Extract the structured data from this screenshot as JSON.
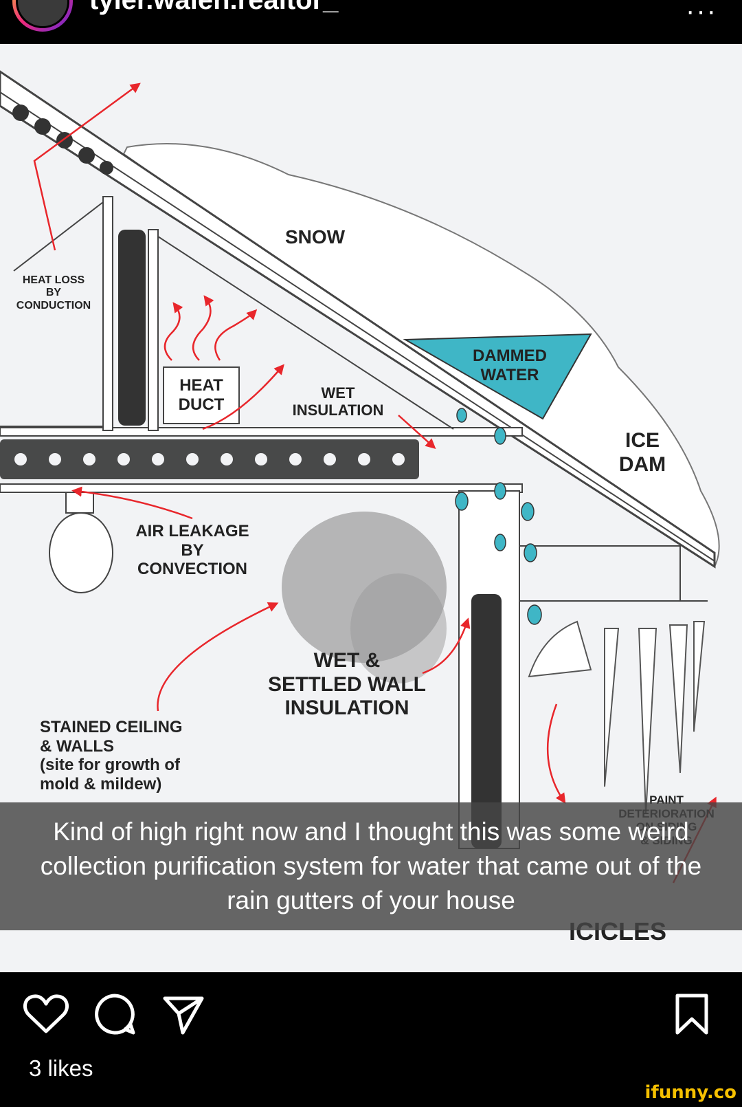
{
  "header": {
    "username": "tyler.walen.realtor_",
    "more_label": "···"
  },
  "diagram": {
    "labels": {
      "heat_loss": "HEAT LOSS\nBY\nCONDUCTION",
      "snow": "SNOW",
      "heat_duct": "HEAT\nDUCT",
      "wet_insulation": "WET\nINSULATION",
      "dammed_water": "DAMMED\nWATER",
      "ice_dam": "ICE\nDAM",
      "air_leakage": "AIR LEAKAGE\nBY\nCONVECTION",
      "wet_settled": "WET &\nSETTLED WALL\nINSULATION",
      "stained_ceiling": "STAINED CEILING\n& WALLS\n(site for growth of\nmold & mildew)",
      "paint": "PAINT\nDETERIORATION\nON SIDING\n& SIDING",
      "icicles": "ICICLES"
    },
    "colors": {
      "water": "#3fb6c6",
      "arrow": "#e8262b"
    }
  },
  "caption": {
    "text": "Kind of high right now and I thought this was some weird collection purification system for water that came out of the rain gutters of your house"
  },
  "actions": {
    "like_icon": "heart-icon",
    "comment_icon": "comment-icon",
    "share_icon": "send-icon",
    "save_icon": "bookmark-icon"
  },
  "likes_text": "3 likes",
  "watermark": "ifunny.co"
}
